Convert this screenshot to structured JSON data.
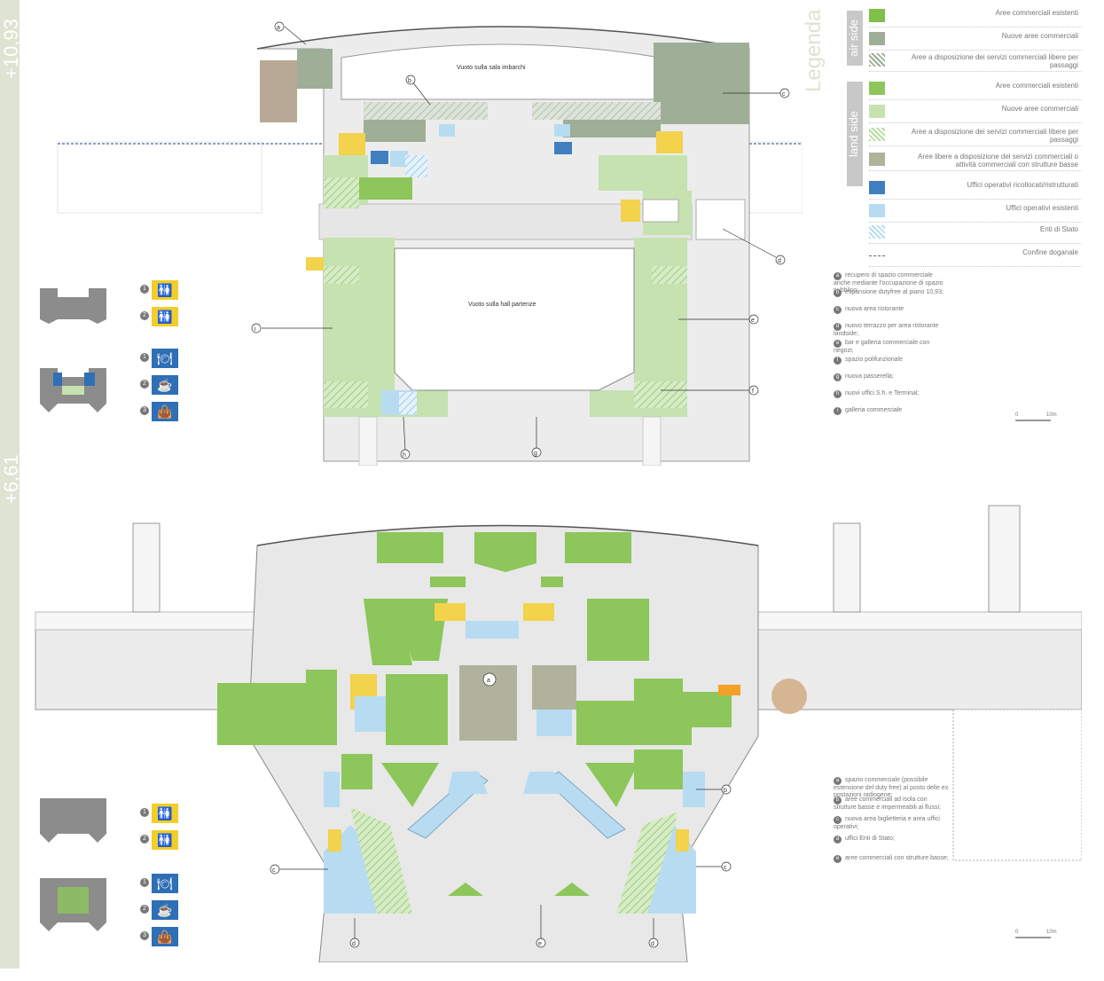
{
  "levels": {
    "upper": "+10,93",
    "lower": "+6,61"
  },
  "legend": {
    "title": "Legenda",
    "air_side_label": "air side",
    "land_side_label": "land side",
    "items": [
      {
        "label": "Aree commerciali esistenti",
        "color": "#7fbf4a",
        "pattern": "solid"
      },
      {
        "label": "Nuove aree commerciali",
        "color": "#9fae96",
        "pattern": "solid"
      },
      {
        "label": "Aree a disposizione dei servizi commerciali libere per passaggi",
        "color": "#9fae96",
        "pattern": "hatch"
      },
      {
        "label": "Aree commerciali esistenti",
        "color": "#8dc65a",
        "pattern": "solid"
      },
      {
        "label": "Nuove aree commerciali",
        "color": "#c6e2b0",
        "pattern": "solid"
      },
      {
        "label": "Aree a disposizione dei servizi commerciali libere per passaggi",
        "color": "#b8dd9d",
        "pattern": "hatch"
      },
      {
        "label": "Aree libere a disposizione dei servizi commerciali o attività commerciali con strutture basse",
        "color": "#b0b29c",
        "pattern": "solid"
      },
      {
        "label": "Uffici operativi ricollocati/ristrutturati",
        "color": "#3f7fc0",
        "pattern": "solid"
      },
      {
        "label": "Uffici operativi esistenti",
        "color": "#b7dcf2",
        "pattern": "solid"
      },
      {
        "label": "Enti di Stato",
        "color": "#b7dcf2",
        "pattern": "hatch"
      },
      {
        "label": "Confine doganale",
        "color": "#666666",
        "pattern": "dash"
      }
    ]
  },
  "upper_notes": [
    {
      "key": "a",
      "text": "recupero di spazio commerciale anche mediante l'occupazione di spazio pubblico;"
    },
    {
      "key": "b",
      "text": "espansione dutyfree al piano 10,93;"
    },
    {
      "key": "c",
      "text": "nuova area ristorante"
    },
    {
      "key": "d",
      "text": "nuovo terrazzo per area ristorante landside;"
    },
    {
      "key": "e",
      "text": "bar e galleria commerciale con negozi;"
    },
    {
      "key": "f",
      "text": "spazio polifunzionale"
    },
    {
      "key": "g",
      "text": "nuova passerella;"
    },
    {
      "key": "h",
      "text": "nuovi uffici S.h. e Terminal;"
    },
    {
      "key": "i",
      "text": "galleria commerciale"
    }
  ],
  "lower_notes": [
    {
      "key": "a",
      "text": "spazio commerciale (possibile estensione del duty free) al posto delle ex postazioni radiogene;"
    },
    {
      "key": "b",
      "text": "aree commerciali ad isola con strutture basse e impermeabili ai flussi;"
    },
    {
      "key": "c",
      "text": "nuova area biglietteria e area uffici operativi;"
    },
    {
      "key": "d",
      "text": "uffici Enti di Stato;"
    },
    {
      "key": "e",
      "text": "aree commerciali con strutture basse;"
    }
  ],
  "scale": {
    "zero": "0",
    "ten": "10m"
  },
  "upper_plan": {
    "top_void": "Vuoto sulla sala imbarchi",
    "hall_void": "Vuoto sulla hall partenze",
    "callouts": [
      "a",
      "b",
      "c",
      "d",
      "e",
      "f",
      "g",
      "h",
      "i"
    ]
  },
  "lower_plan": {
    "callouts": [
      "a",
      "b",
      "c",
      "d",
      "e"
    ]
  },
  "key_icons": {
    "toilets_1": "1",
    "toilets_2": "2",
    "food": "1",
    "cafe": "2",
    "shop": "3"
  },
  "colors": {
    "green_existing": "#8dc65a",
    "green_new": "#c6e2b0",
    "grey_green": "#9fae96",
    "blue_dark": "#3f7fc0",
    "blue_light": "#b7dcf2",
    "yellow": "#f3d24c",
    "sidebar": "#dfe3d2",
    "icon_yellow": "#f3cd2a",
    "icon_blue": "#2f6fb5"
  }
}
